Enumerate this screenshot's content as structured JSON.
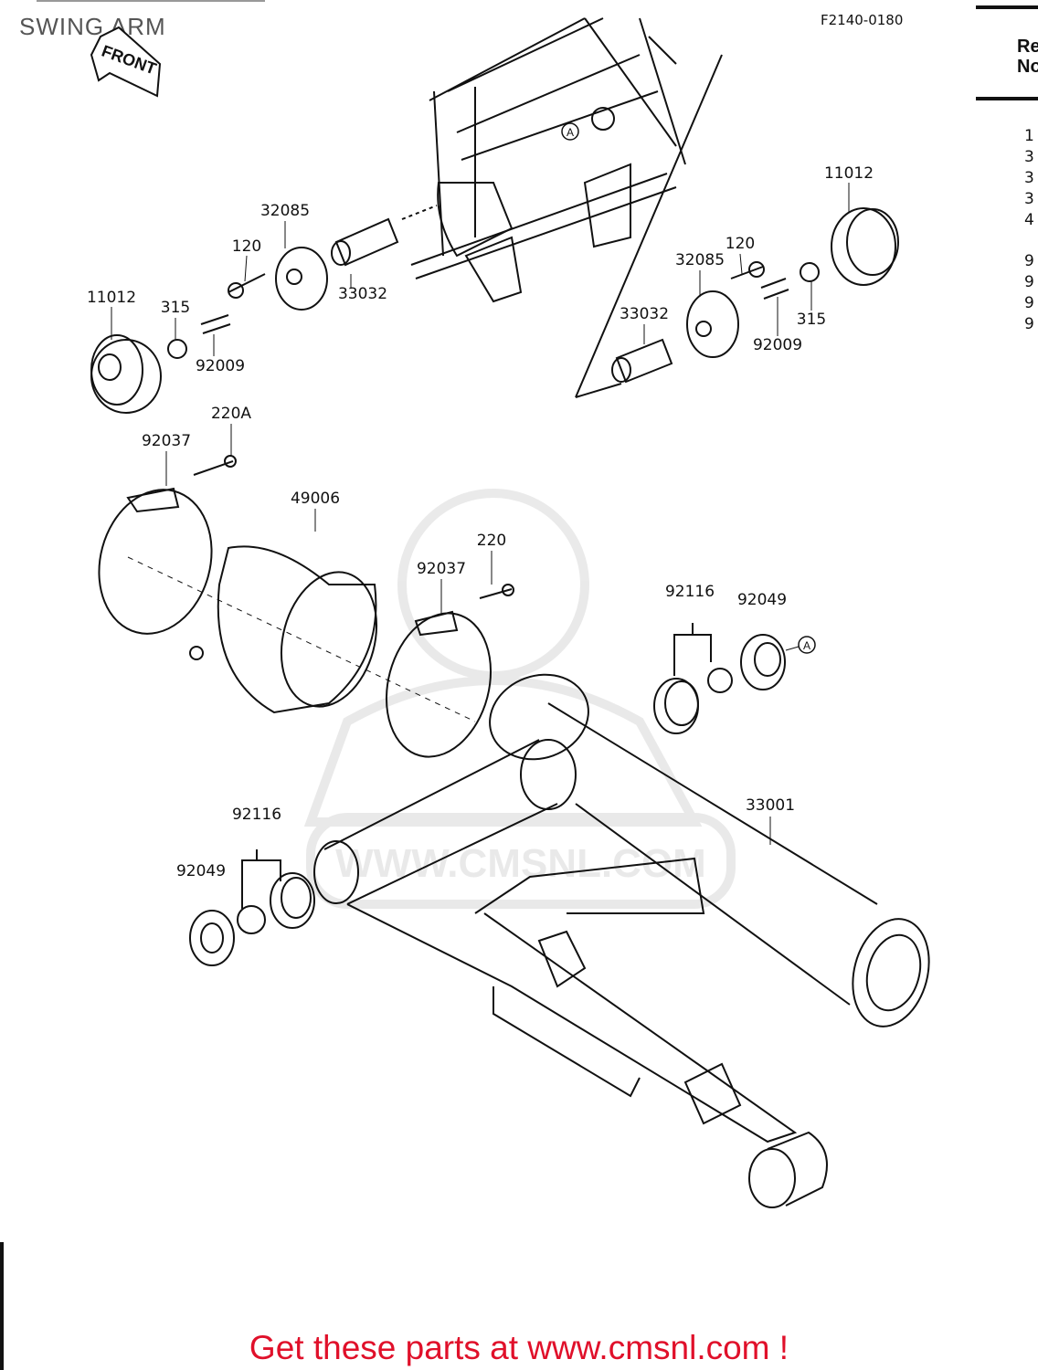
{
  "title": "SWING ARM",
  "figure_code": "F2140-0180",
  "front_arrow_text": "FRONT",
  "watermark_text": "WWW.CMSNL.COM",
  "ref_table": {
    "header": [
      "Re",
      "No"
    ],
    "numbers": [
      "1",
      "3",
      "3",
      "3",
      "4",
      "9",
      "9",
      "9",
      "9"
    ]
  },
  "callouts": {
    "a1": "A",
    "a2": "A"
  },
  "parts": [
    {
      "id": "11012"
    },
    {
      "id": "32085"
    },
    {
      "id": "120"
    },
    {
      "id": "33032"
    },
    {
      "id": "11012"
    },
    {
      "id": "315"
    },
    {
      "id": "92009"
    },
    {
      "id": "120"
    },
    {
      "id": "32085"
    },
    {
      "id": "33032"
    },
    {
      "id": "315"
    },
    {
      "id": "92009"
    },
    {
      "id": "220A"
    },
    {
      "id": "92037"
    },
    {
      "id": "49006"
    },
    {
      "id": "220"
    },
    {
      "id": "92037"
    },
    {
      "id": "92116"
    },
    {
      "id": "92049"
    },
    {
      "id": "33001"
    },
    {
      "id": "92116"
    },
    {
      "id": "92049"
    }
  ],
  "footer": "Get these parts at www.cmsnl.com !"
}
